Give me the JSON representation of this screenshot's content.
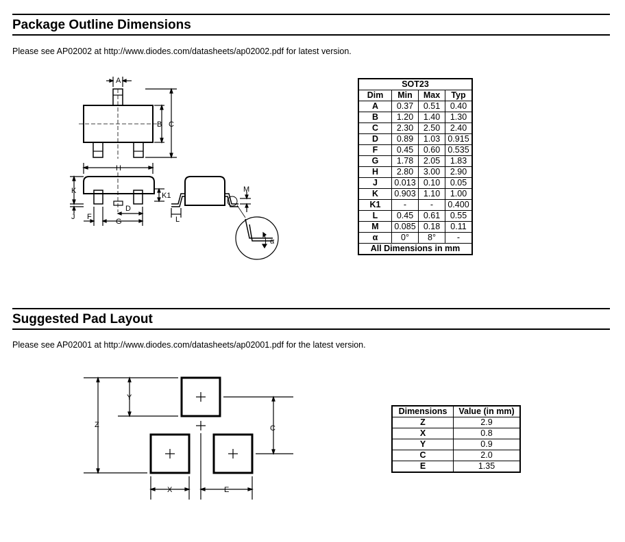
{
  "section1": {
    "title": "Package Outline Dimensions",
    "note": "Please see AP02002 at http://www.diodes.com/datasheets/ap02002.pdf for latest version."
  },
  "section2": {
    "title": "Suggested Pad Layout",
    "note": "Please see AP02001 at http://www.diodes.com/datasheets/ap02001.pdf for the latest version."
  },
  "outline_drawing": {
    "labels": {
      "A": "A",
      "B": "B",
      "C": "C",
      "H": "H",
      "K": "K",
      "J": "J",
      "K1": "K1",
      "D": "D",
      "F": "F",
      "G": "G",
      "L": "L",
      "M": "M",
      "alpha": "α"
    }
  },
  "sot23_table": {
    "title": "SOT23",
    "headers": [
      "Dim",
      "Min",
      "Max",
      "Typ"
    ],
    "rows": [
      [
        "A",
        "0.37",
        "0.51",
        "0.40"
      ],
      [
        "B",
        "1.20",
        "1.40",
        "1.30"
      ],
      [
        "C",
        "2.30",
        "2.50",
        "2.40"
      ],
      [
        "D",
        "0.89",
        "1.03",
        "0.915"
      ],
      [
        "F",
        "0.45",
        "0.60",
        "0.535"
      ],
      [
        "G",
        "1.78",
        "2.05",
        "1.83"
      ],
      [
        "H",
        "2.80",
        "3.00",
        "2.90"
      ],
      [
        "J",
        "0.013",
        "0.10",
        "0.05"
      ],
      [
        "K",
        "0.903",
        "1.10",
        "1.00"
      ],
      [
        "K1",
        "-",
        "-",
        "0.400"
      ],
      [
        "L",
        "0.45",
        "0.61",
        "0.55"
      ],
      [
        "M",
        "0.085",
        "0.18",
        "0.11"
      ],
      [
        "α",
        "0°",
        "8°",
        "-"
      ]
    ],
    "footer": "All Dimensions in mm"
  },
  "pad_drawing": {
    "labels": {
      "Y": "Y",
      "Z": "Z",
      "C": "C",
      "X": "X",
      "E": "E"
    }
  },
  "pad_table": {
    "headers": [
      "Dimensions",
      "Value (in mm)"
    ],
    "rows": [
      [
        "Z",
        "2.9"
      ],
      [
        "X",
        "0.8"
      ],
      [
        "Y",
        "0.9"
      ],
      [
        "C",
        "2.0"
      ],
      [
        "E",
        "1.35"
      ]
    ]
  }
}
